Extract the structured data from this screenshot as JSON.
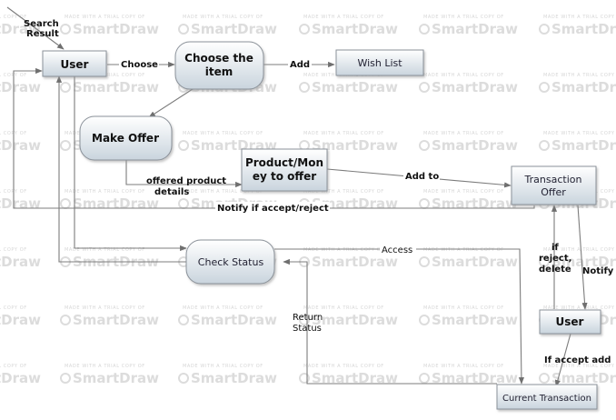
{
  "watermark": {
    "line1": "MADE WITH A TRIAL COPY OF",
    "line2": "SmartDraw"
  },
  "nodes": {
    "search_result": [
      "Search",
      "Result"
    ],
    "user_top": "User",
    "choose_item": [
      "Choose the",
      "item"
    ],
    "wish_list": "Wish List",
    "make_offer": "Make Offer",
    "product_money": [
      "Product/Mon",
      "ey to offer"
    ],
    "transaction_offer": [
      "Transaction",
      "Offer"
    ],
    "check_status": "Check Status",
    "user_bottom": "User",
    "current_transaction": "Current Transaction"
  },
  "edges": {
    "choose": "Choose",
    "add": "Add",
    "offered_details": [
      "offered product",
      "details"
    ],
    "add_to": "Add to",
    "notify_accept": "Notify if accept/reject",
    "access": "Access",
    "return_status": [
      "Return",
      "Status"
    ],
    "if_reject_delete": [
      "if",
      "reject,",
      "delete"
    ],
    "notify": "Notify",
    "if_accept_add": "If accept add"
  },
  "colors": {
    "node_fill_top": "#ffffff",
    "node_fill_bottom": "#c9d4dd",
    "node_border": "#8a9199",
    "edge": "#7c7c7c"
  }
}
